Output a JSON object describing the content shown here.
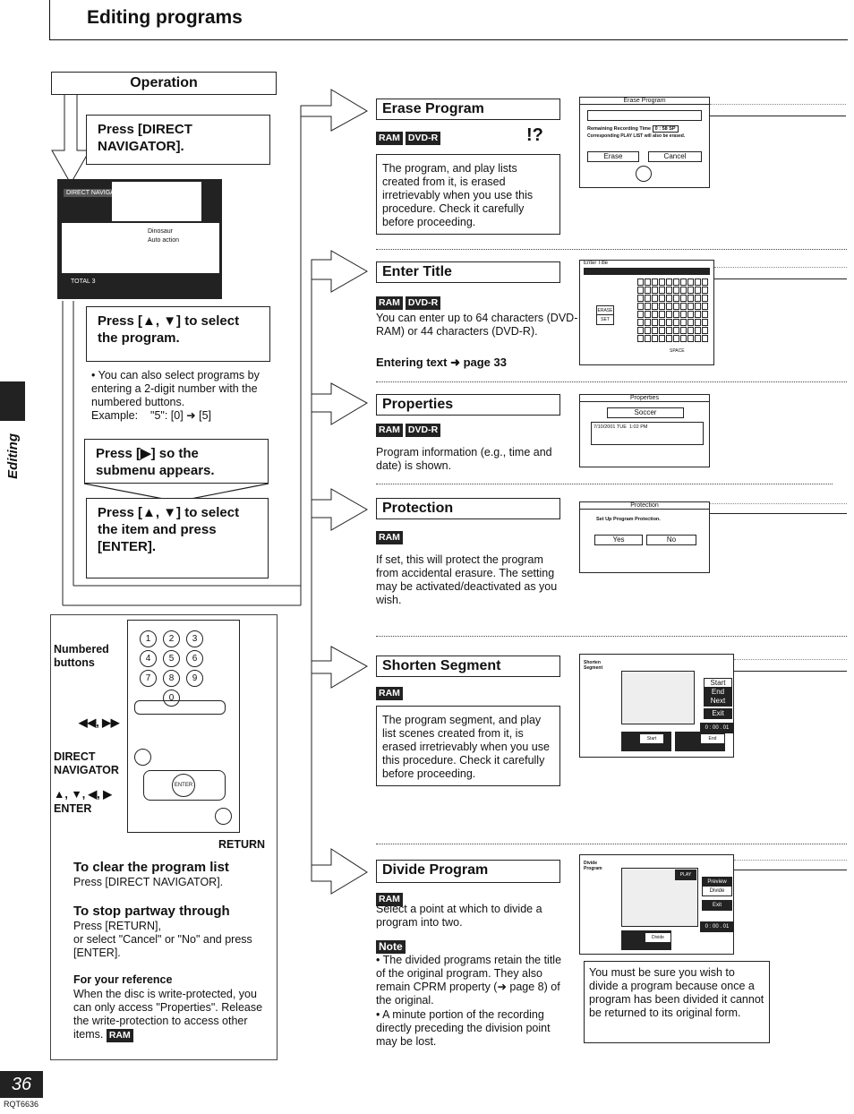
{
  "page": {
    "title": "Editing programs",
    "section_tab": "Editing",
    "page_number": "36",
    "model_code": "RQT6636"
  },
  "operation": {
    "label": "Operation",
    "step1": "Press [DIRECT NAVIGATOR].",
    "step2": "Press [▲, ▼] to select the program.",
    "step2_note": "You can also select programs by entering a 2-digit number with the numbered buttons.",
    "step2_example_label": "Example:",
    "step2_example": "\"5\": [0] ➜ [5]",
    "step3": "Press [▶] so the submenu appears.",
    "step4": "Press [▲, ▼] to select the item and press [ENTER]."
  },
  "navigator_screen": {
    "title": "DIRECT NAVIGATOR",
    "rows": [
      "Dinosaur",
      "Auto action"
    ],
    "total": "TOTAL 3"
  },
  "remote": {
    "numbered_buttons": "Numbered buttons",
    "skip": "◀◀, ▶▶",
    "direct_navigator": "DIRECT NAVIGATOR",
    "arrows": "▲, ▼, ◀, ▶",
    "enter": "ENTER",
    "return": "RETURN",
    "enter_key": "ENTER"
  },
  "tips": {
    "clear_title": "To clear the program list",
    "clear_text": "Press [DIRECT NAVIGATOR].",
    "stop_title": "To stop partway through",
    "stop_text1": "Press [RETURN],",
    "stop_text2": "or select \"Cancel\" or \"No\" and press [ENTER].",
    "ref_title": "For your reference",
    "ref_text": "When the disc is write-protected, you can only access \"Properties\". Release the write-protection to access other items.",
    "ref_badge": "RAM"
  },
  "functions": {
    "erase": {
      "title": "Erase Program",
      "badges": [
        "RAM",
        "DVD-R"
      ],
      "text": "The program, and play lists created from it, is erased irretrievably when you use this procedure. Check it carefully before proceeding.",
      "screen_title": "Erase Program",
      "screen_line1": "Remaining Recording Time",
      "screen_time": "0 : 58 SP",
      "screen_line2": "Corresponding PLAY LIST will also be erased.",
      "btn_erase": "Erase",
      "btn_cancel": "Cancel"
    },
    "title": {
      "title": "Enter Title",
      "badges": [
        "RAM",
        "DVD-R"
      ],
      "text": "You can enter up to 64 characters (DVD-RAM) or 44 characters (DVD-R).",
      "link": "Entering text ➜ page 33",
      "screen_title": "Enter Title",
      "screen_erase": "ERASE",
      "screen_set": "SET",
      "screen_space": "SPACE"
    },
    "properties": {
      "title": "Properties",
      "badges": [
        "RAM",
        "DVD-R"
      ],
      "text": "Program information (e.g., time and date) is shown.",
      "screen_title": "Properties",
      "screen_name": "Soccer",
      "screen_date": "7/10/2001 TUE",
      "screen_time": "1:02 PM"
    },
    "protection": {
      "title": "Protection",
      "badges": [
        "RAM"
      ],
      "text": "If set, this will protect the program from accidental erasure. The setting may be activated/deactivated as you wish.",
      "screen_title": "Protection",
      "screen_line": "Set Up Program Protection.",
      "btn_yes": "Yes",
      "btn_no": "No"
    },
    "shorten": {
      "title": "Shorten Segment",
      "badges": [
        "RAM"
      ],
      "text": "The program segment, and play list scenes created from it, is erased irretrievably when you use this procedure. Check it carefully before proceeding.",
      "screen_title": "Shorten Segment",
      "btn_start": "Start",
      "btn_end": "End",
      "btn_next": "Next",
      "btn_exit": "Exit",
      "screen_time": "0 : 00 . 01",
      "lbl_start": "Start",
      "lbl_end": "End"
    },
    "divide": {
      "title": "Divide Program",
      "badges": [
        "RAM"
      ],
      "text": "Select a point at which to divide a program into two.",
      "note_label": "Note",
      "note1": "The divided programs retain the title of the original program. They also remain CPRM property (➜ page 8) of the original.",
      "note2": "A minute portion of the recording directly preceding the division point may be lost.",
      "warning": "You must be sure you wish to divide a program because once a program has been divided it cannot be returned to its original form.",
      "screen_title": "Divide Program",
      "btn_preview": "Preview",
      "btn_divide": "Divide",
      "btn_exit": "Exit",
      "screen_time": "0 : 00 . 01",
      "lbl_divide": "Divide",
      "screen_play": "PLAY"
    }
  }
}
